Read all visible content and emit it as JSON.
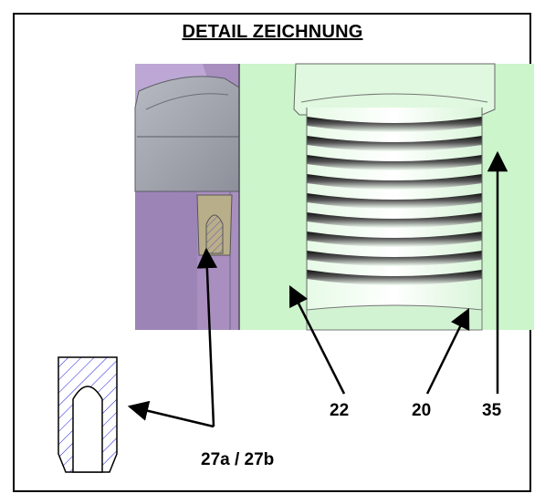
{
  "title": "DETAIL ZEICHNUNG",
  "labels": {
    "l22": "22",
    "l20": "20",
    "l35": "35",
    "l27": "27a / 27b"
  },
  "colors": {
    "green": "#ccf5cc",
    "purple": "#a98fc0",
    "metal": "#9a9ea8",
    "seal": "#b9ae8a",
    "hatch": "#1a1ae0"
  }
}
